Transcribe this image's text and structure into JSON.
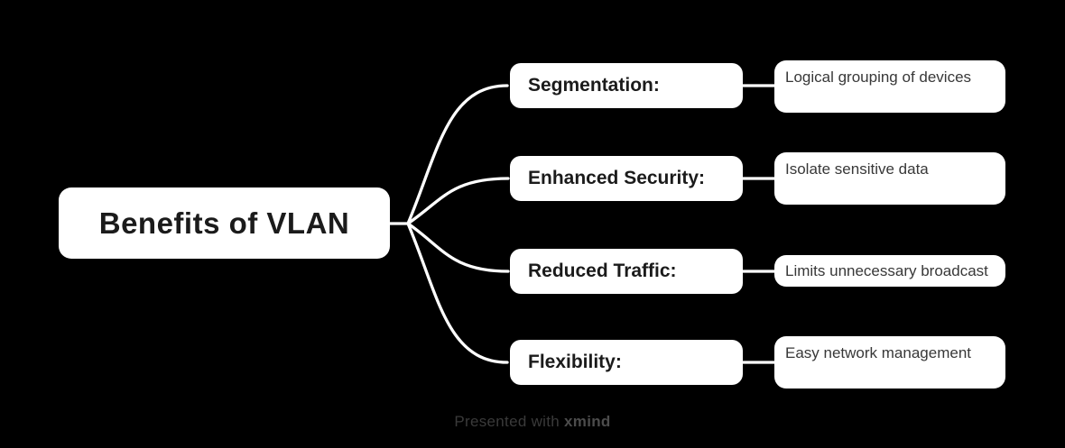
{
  "canvas": {
    "background_color": "#000000",
    "connector_color": "#ffffff",
    "node_fill_color": "#ffffff",
    "topic_text_color": "#1b1b1b",
    "detail_text_color": "#383838"
  },
  "root": {
    "label": "Benefits of VLAN"
  },
  "branches": [
    {
      "label": "Segmentation:",
      "detail": "Logical grouping of devices"
    },
    {
      "label": "Enhanced Security:",
      "detail": "Isolate sensitive data"
    },
    {
      "label": "Reduced Traffic:",
      "detail": "Limits unnecessary broadcast"
    },
    {
      "label": "Flexibility:",
      "detail": "Easy network management"
    }
  ],
  "footer": {
    "prefix": "Presented with",
    "brand": "xmind"
  }
}
